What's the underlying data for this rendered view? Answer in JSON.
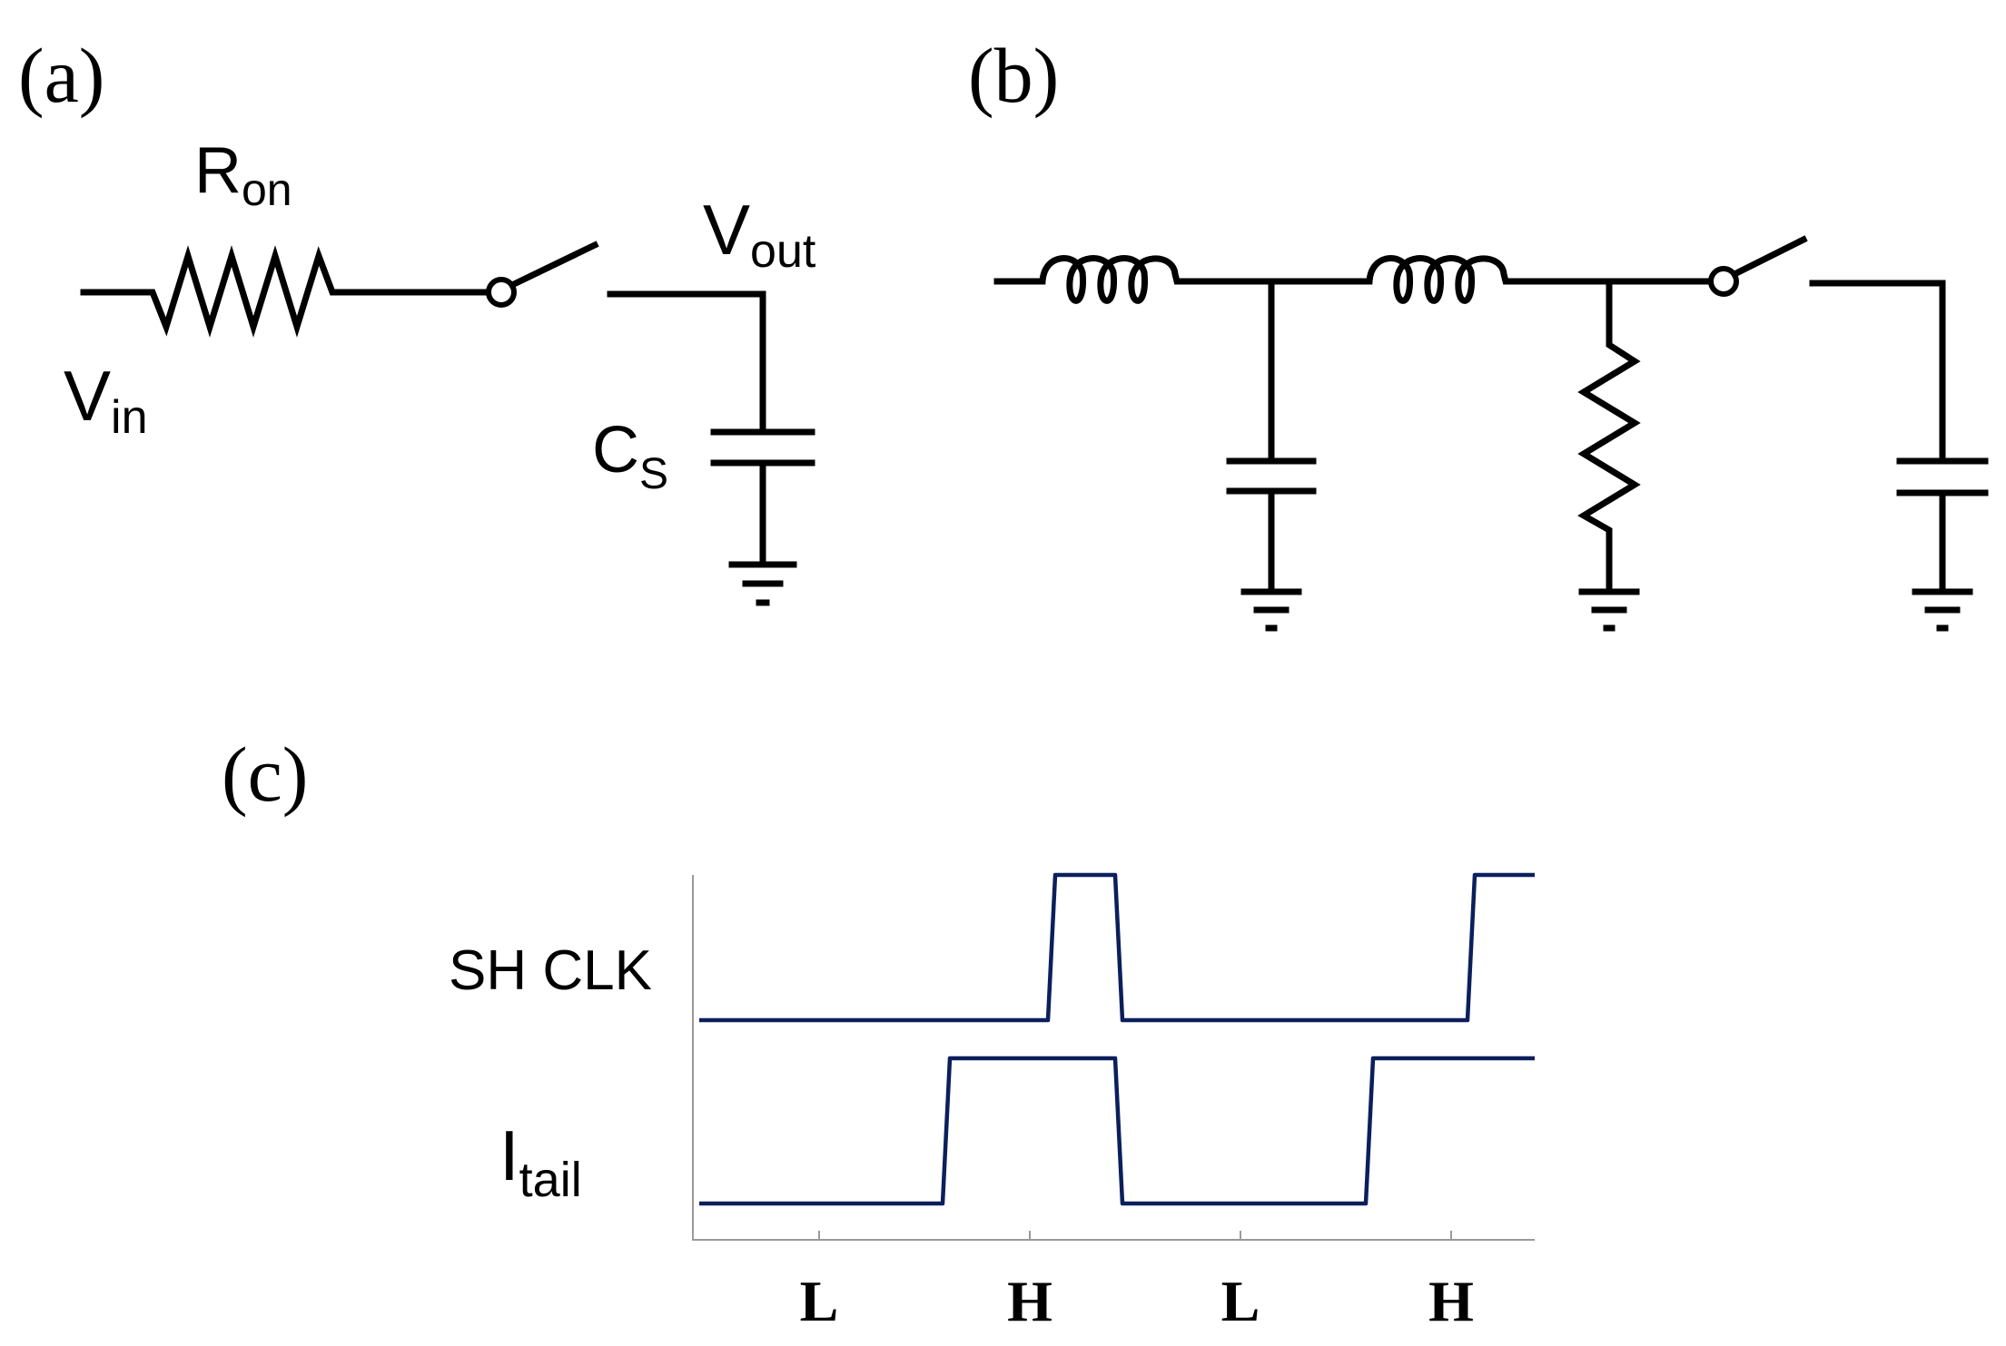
{
  "panels": {
    "a": {
      "label": "(a)",
      "r_on": {
        "main": "R",
        "sub": "on"
      },
      "v_in": {
        "main": "V",
        "sub": "in"
      },
      "v_out": {
        "main": "V",
        "sub": "out"
      },
      "c_s": {
        "main": "C",
        "sub": "S"
      }
    },
    "b": {
      "label": "(b)"
    },
    "c": {
      "label": "(c)",
      "signal_sh_clk": "SH CLK",
      "signal_itail": {
        "main": "I",
        "sub": "tail"
      },
      "x_ticks": [
        "L",
        "H",
        "L",
        "H"
      ]
    }
  },
  "chart_data": {
    "type": "line",
    "x_ticks": [
      "L",
      "H",
      "L",
      "H"
    ],
    "series": [
      {
        "name": "SH CLK",
        "levels": [
          "L",
          "L",
          "L",
          "H",
          "L",
          "L",
          "L",
          "H"
        ]
      },
      {
        "name": "Itail",
        "levels": [
          "L",
          "L",
          "H",
          "H",
          "L",
          "L",
          "H",
          "H"
        ]
      }
    ],
    "color": "#0b1f5c",
    "grid": false
  }
}
